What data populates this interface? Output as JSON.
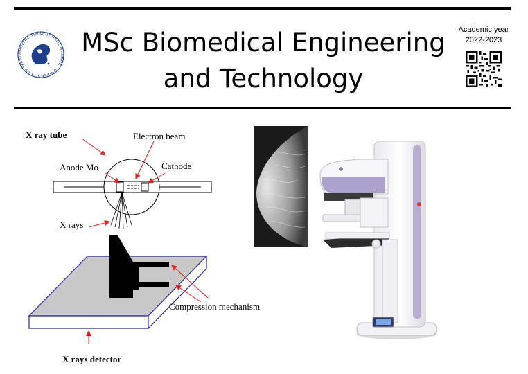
{
  "header": {
    "title_line1": "MSc Biomedical Engineering",
    "title_line2": "and Technology",
    "year_label": "Academic year",
    "year_value": "2022-2023",
    "logo_text": "ΠΑΝΕΠΙΣΤΗΜΙΟ ΔΥΤΙΚΗΣ ΑΤΤΙΚΗΣ · UNIVERSITY OF WEST ATTICA"
  },
  "diagram": {
    "xray_tube": "X ray tube",
    "electron_beam": "Electron beam",
    "anode": "Anode Mo",
    "cathode": "Cathode",
    "xrays": "X rays",
    "compression": "Compression mechanism",
    "detector": "X rays detector"
  },
  "colors": {
    "arrow": "#e0211d",
    "plate_fill": "#c8c8c8",
    "plate_edge": "#2a2aa0",
    "machine_accent": "#8f7fb8"
  }
}
